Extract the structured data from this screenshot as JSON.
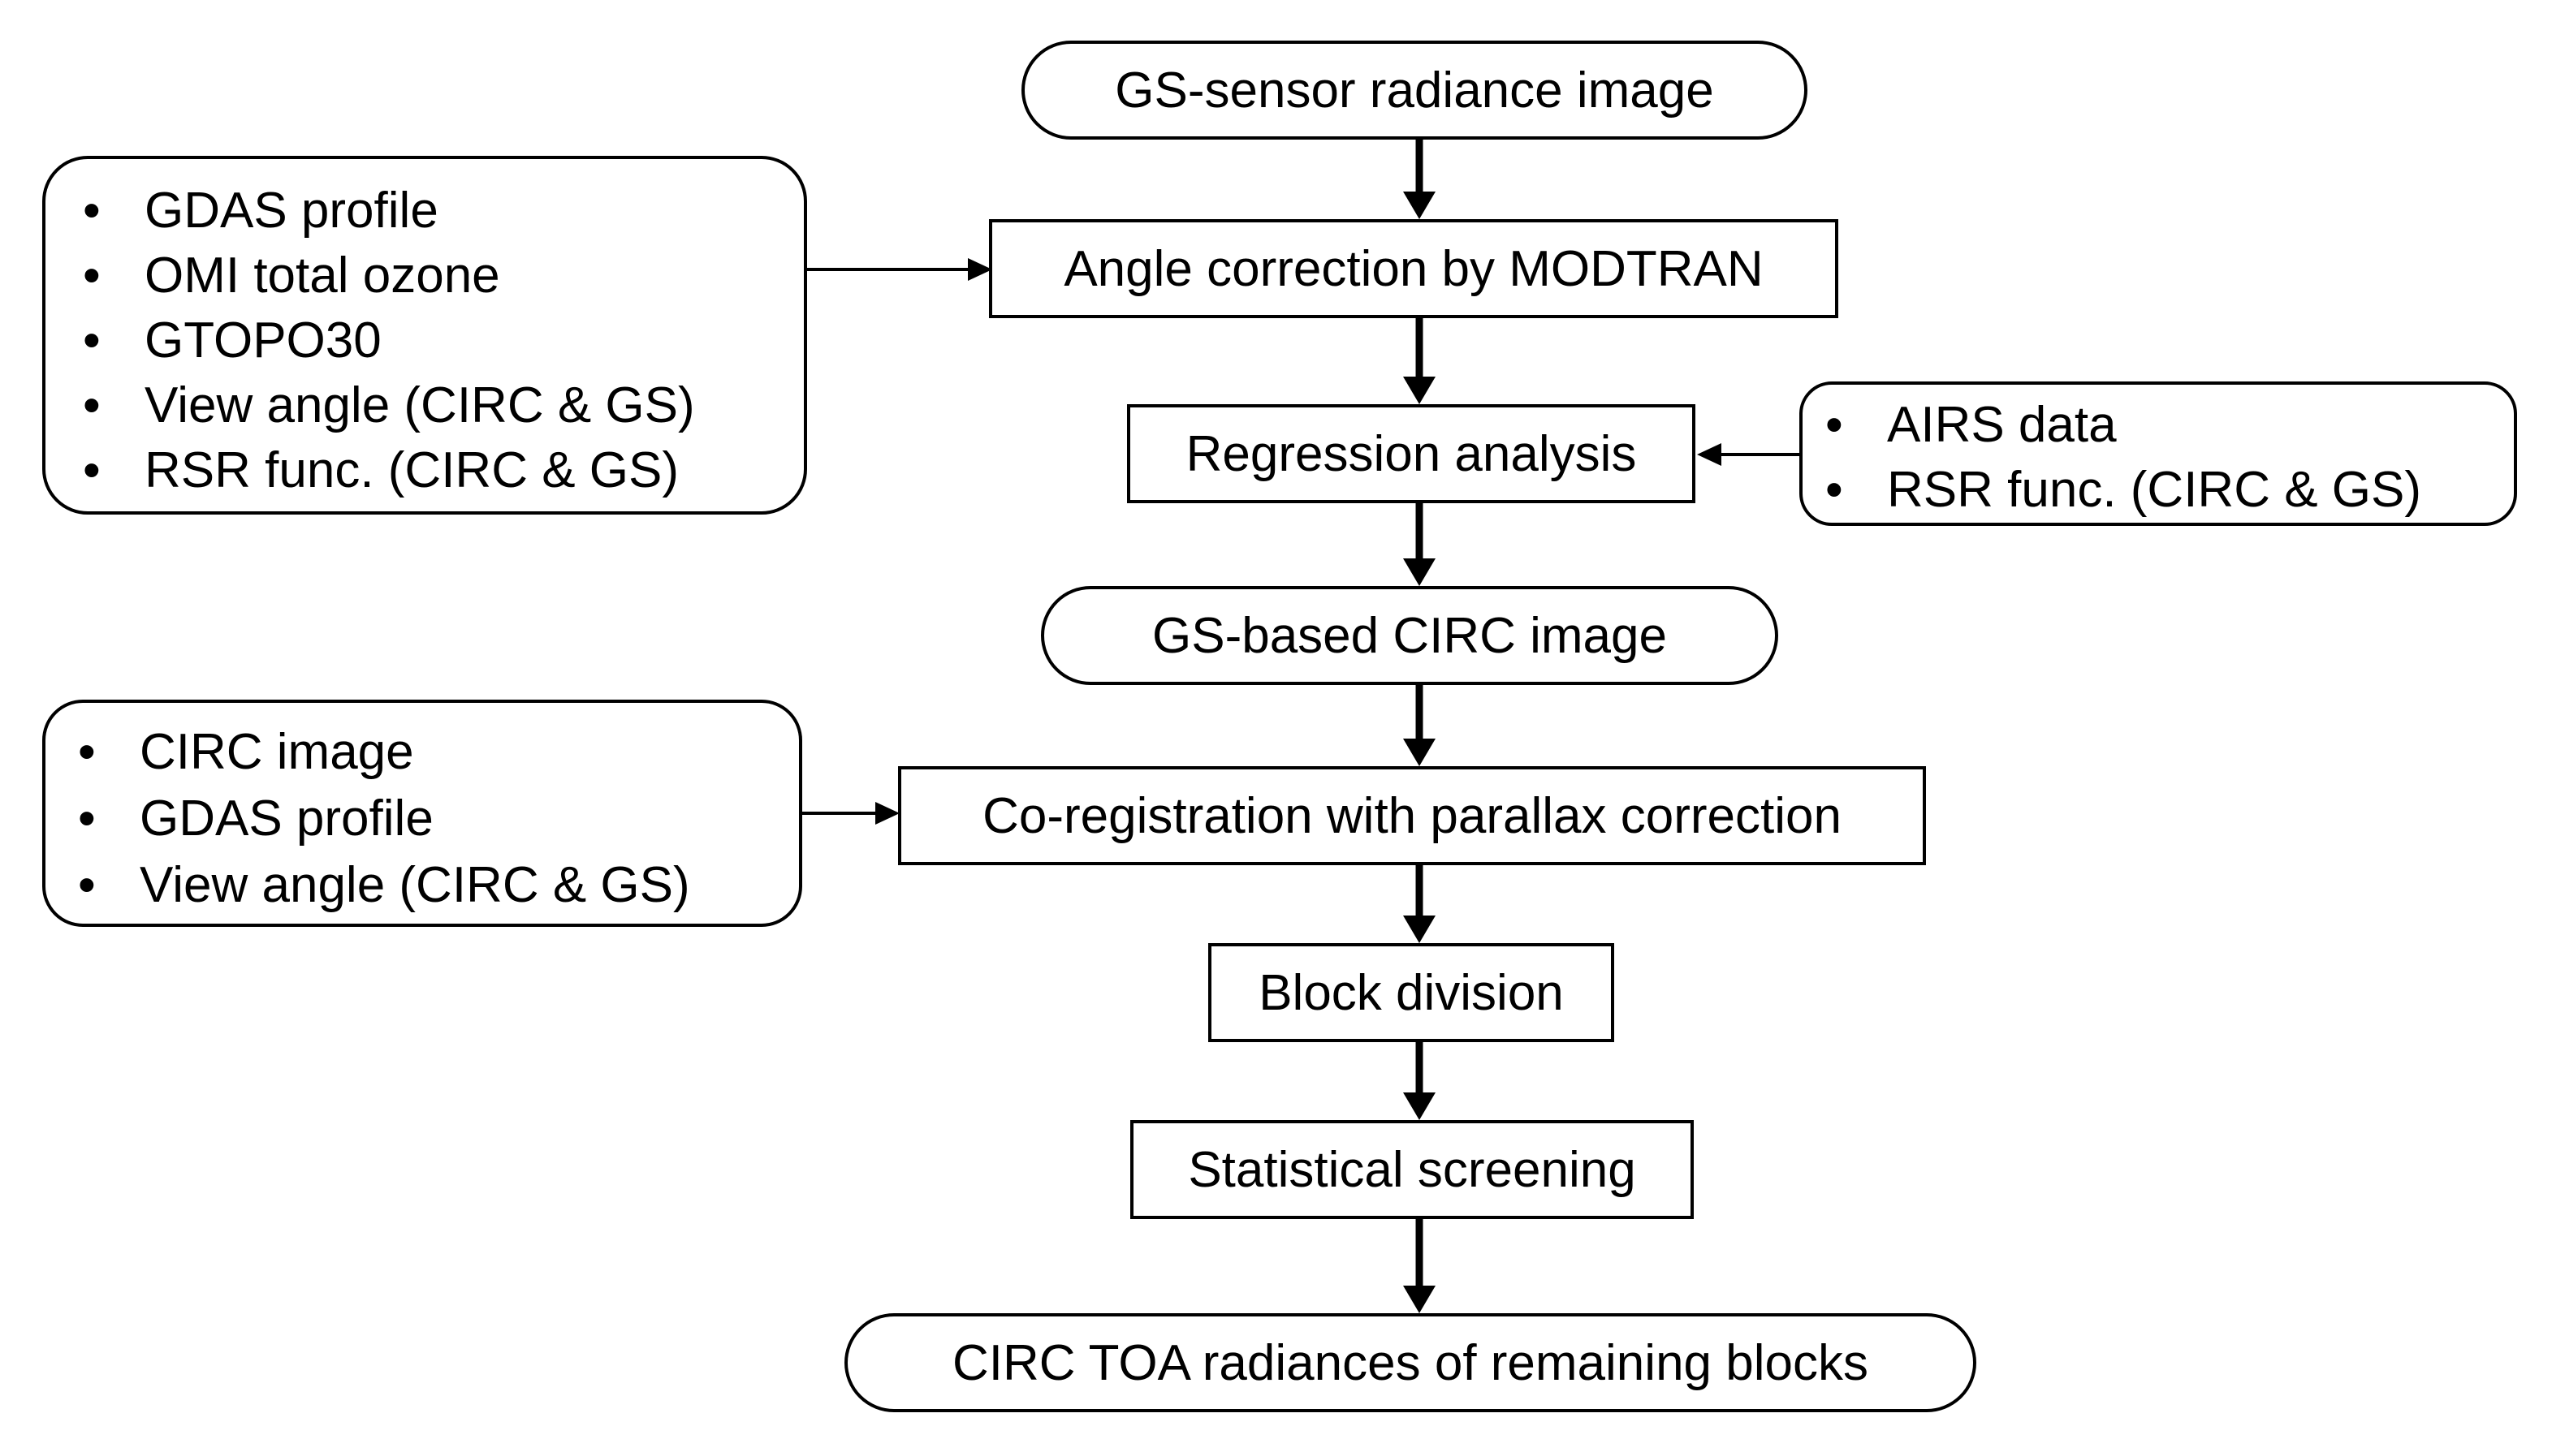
{
  "flow": {
    "start": "GS-sensor radiance image",
    "angle_correction": "Angle correction by MODTRAN",
    "regression": "Regression analysis",
    "gs_based": "GS-based CIRC image",
    "coregistration": "Co-registration with parallax correction",
    "block_division": "Block division",
    "screening": "Statistical screening",
    "end": "CIRC TOA radiances of remaining blocks"
  },
  "inputs_angle": {
    "items": [
      "GDAS profile",
      "OMI total ozone",
      "GTOPO30",
      "View angle (CIRC & GS)",
      "RSR func. (CIRC & GS)"
    ]
  },
  "inputs_regression": {
    "items": [
      "AIRS data",
      "RSR func. (CIRC & GS)"
    ]
  },
  "inputs_coregistration": {
    "items": [
      "CIRC image",
      "GDAS profile",
      "View angle (CIRC & GS)"
    ]
  }
}
